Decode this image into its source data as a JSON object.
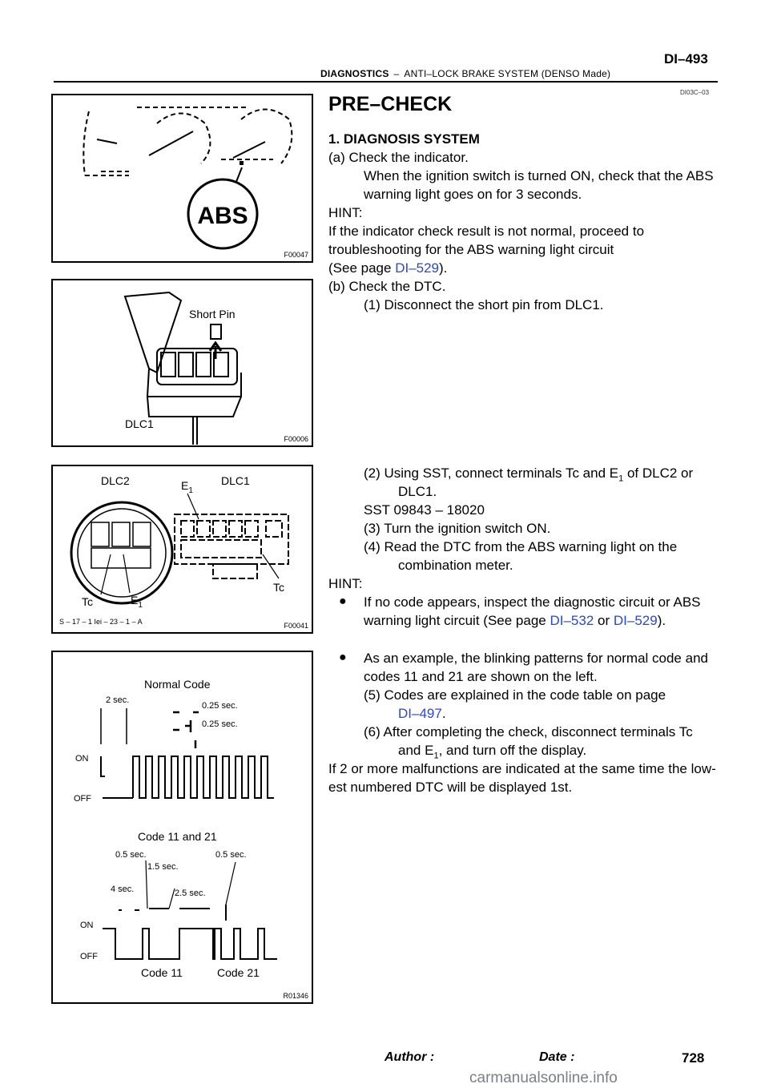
{
  "header": {
    "page_number": "DI–493",
    "section": "DIAGNOSTICS",
    "separator": "–",
    "subtitle": "ANTI–LOCK BRAKE SYSTEM (DENSO Made)",
    "doc_code": "DI03C–03"
  },
  "figures": {
    "f1": {
      "id": "F00047",
      "abs_label": "ABS"
    },
    "f2": {
      "id": "F00006",
      "short_pin": "Short Pin",
      "dlc1": "DLC1"
    },
    "f3": {
      "id": "F00041",
      "dlc2": "DLC2",
      "e1_top": "E",
      "e1_top_sub": "1",
      "dlc1": "DLC1",
      "tc_left": "Tc",
      "e1_bottom": "E",
      "e1_bottom_sub": "1",
      "tc_right": "Tc",
      "part_code": "S – 17 – 1    Iei – 23 – 1 – A"
    },
    "f4": {
      "id": "R01346",
      "normal_code": "Normal Code",
      "two_sec": "2 sec.",
      "q1": "0.25 sec.",
      "q2": "0.25 sec.",
      "on1": "ON",
      "off1": "OFF",
      "code_title": "Code 11 and 21",
      "half1": "0.5 sec.",
      "half2": "0.5 sec.",
      "one_half": "1.5 sec.",
      "four": "4 sec.",
      "two_half": "2.5 sec.",
      "on2": "ON",
      "off2": "OFF",
      "code11": "Code 11",
      "code21": "Code 21"
    }
  },
  "content": {
    "title": "PRE–CHECK",
    "s1": "1.     DIAGNOSIS SYSTEM",
    "a": "(a)    Check the indicator.",
    "a_body1": "When the ignition switch is turned ON, check that the ABS",
    "a_body2": "warning light goes on for 3 seconds.",
    "hint1": "HINT:",
    "hint1_l1": "If the indicator check result is not normal, proceed to",
    "hint1_l2": "troubleshooting for the ABS warning light circuit",
    "hint1_l3_pre": "(See page ",
    "hint1_l3_link": "DI–529",
    "hint1_l3_post": ").",
    "b": "(b)    Check the DTC.",
    "b1": "(1)    Disconnect the short pin from DLC1.",
    "b2_l1_pre": "(2)    Using SST, connect terminals Tc and E",
    "b2_l1_sub": "1",
    "b2_l1_post": " of DLC2 or",
    "b2_l2": "DLC1.",
    "sst": "SST     09843 – 18020",
    "b3": "(3)    Turn the ignition switch ON.",
    "b4_l1": "(4)    Read the DTC from the ABS warning light on the",
    "b4_l2": "combination meter.",
    "hint2": "HINT:",
    "bullet_char": "●",
    "h2_b1_l1": "If no code appears, inspect the diagnostic circuit or ABS",
    "h2_b1_l2_pre": "warning light circuit (See page ",
    "h2_b1_link1": "DI–532",
    "h2_b1_mid": " or ",
    "h2_b1_link2": "DI–529",
    "h2_b1_post": ").",
    "h2_b2_l1": "As an example, the blinking patterns for normal code and",
    "h2_b2_l2": "codes 11 and 21 are shown on the left.",
    "b5_l1": "(5)    Codes are explained in the code table on page",
    "b5_link": "DI–497",
    "b5_post": ".",
    "b6_l1": "(6)    After completing the check, disconnect terminals Tc",
    "b6_l2_pre": "and E",
    "b6_l2_sub": "1",
    "b6_l2_post": ", and turn off the display.",
    "final_l1": "If 2 or more malfunctions are indicated at the same time the low-",
    "final_l2": "est numbered DTC will be displayed 1st."
  },
  "footer": {
    "author": "Author :",
    "date": "Date :",
    "page": "728",
    "watermark": "carmanualsonline.info"
  }
}
